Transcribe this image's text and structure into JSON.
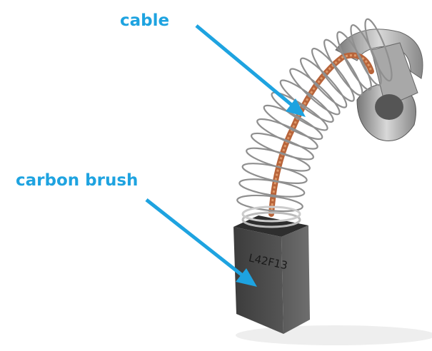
{
  "labels": {
    "cable": "cable",
    "carbon_brush": "carbon brush"
  },
  "brush_marking": "L42F13",
  "colors": {
    "arrow": "#1ea3e0",
    "brush": "#4a4a4a",
    "copper": "#b8643a",
    "spring": "#9a9a9a"
  }
}
